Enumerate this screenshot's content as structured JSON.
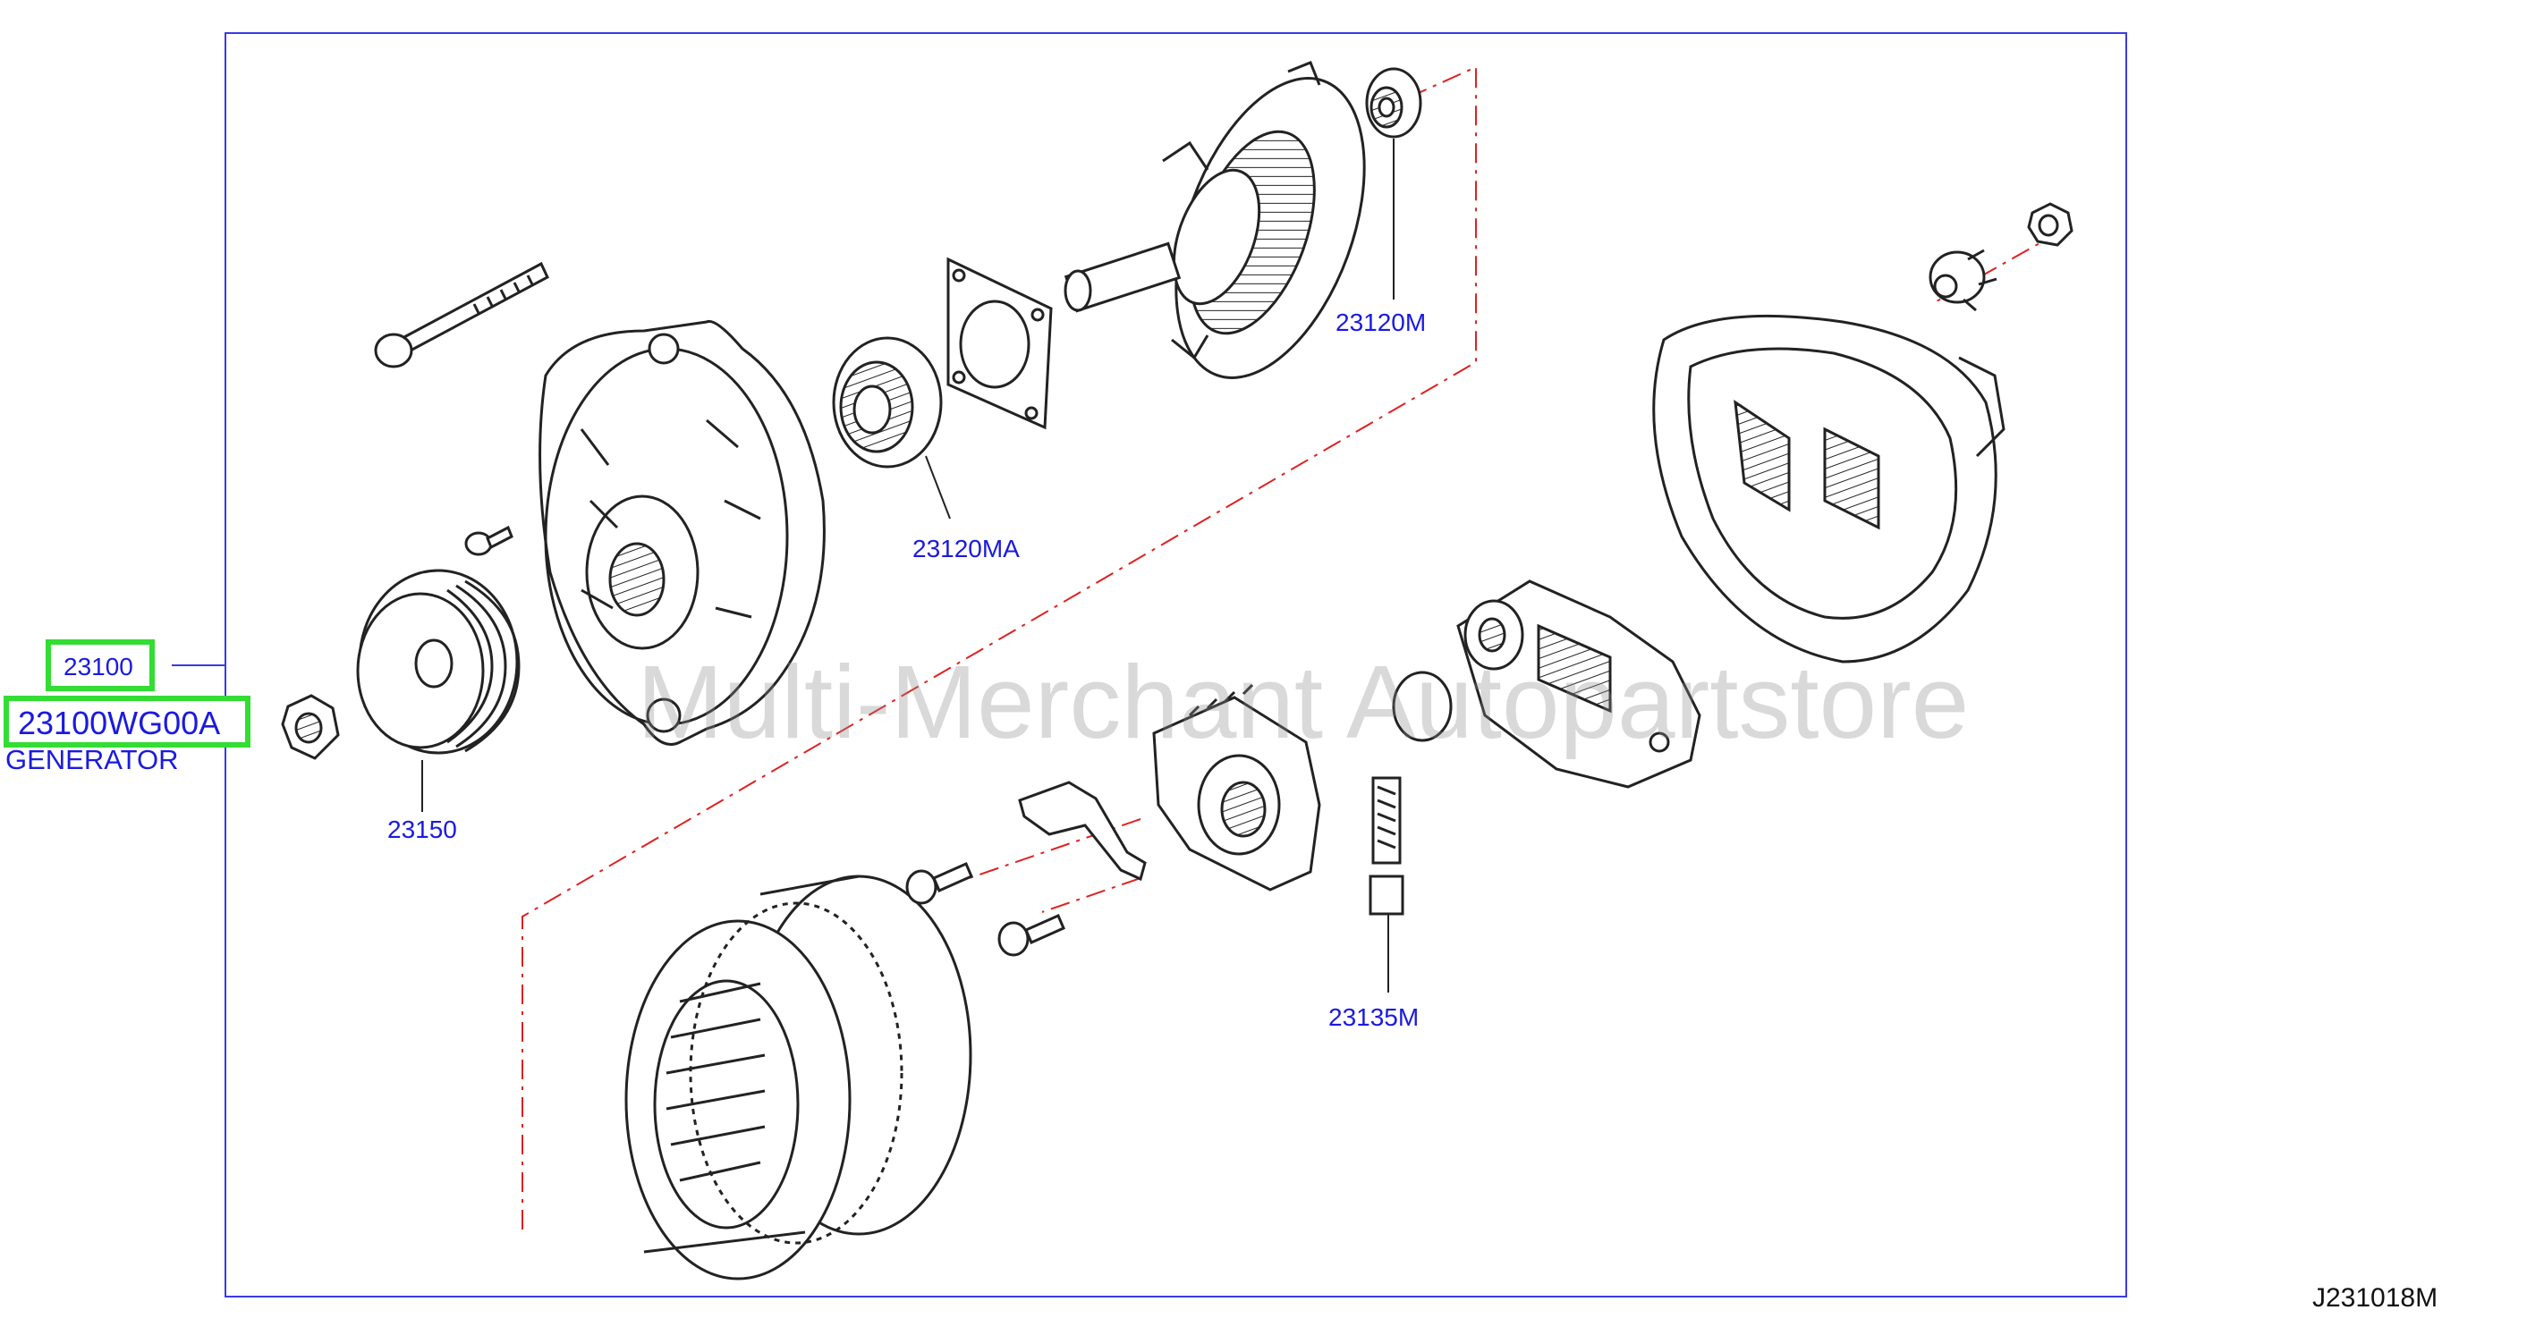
{
  "diagram_code": "J231018M",
  "watermark": "Multi-Merchant Autopartstore",
  "assembly": {
    "part_number": "23100",
    "full_part_number": "23100WG00A",
    "name": "GENERATOR"
  },
  "callouts": [
    {
      "id": "rotor",
      "label": "23120M"
    },
    {
      "id": "bearing",
      "label": "23120MA"
    },
    {
      "id": "pulley",
      "label": "23150"
    },
    {
      "id": "brush",
      "label": "23135M"
    }
  ],
  "colors": {
    "frame": "#1a1ae0",
    "label": "#1a1ae0",
    "highlight": "#33dd33",
    "leader": "#e02020",
    "drawing": "#222222"
  }
}
